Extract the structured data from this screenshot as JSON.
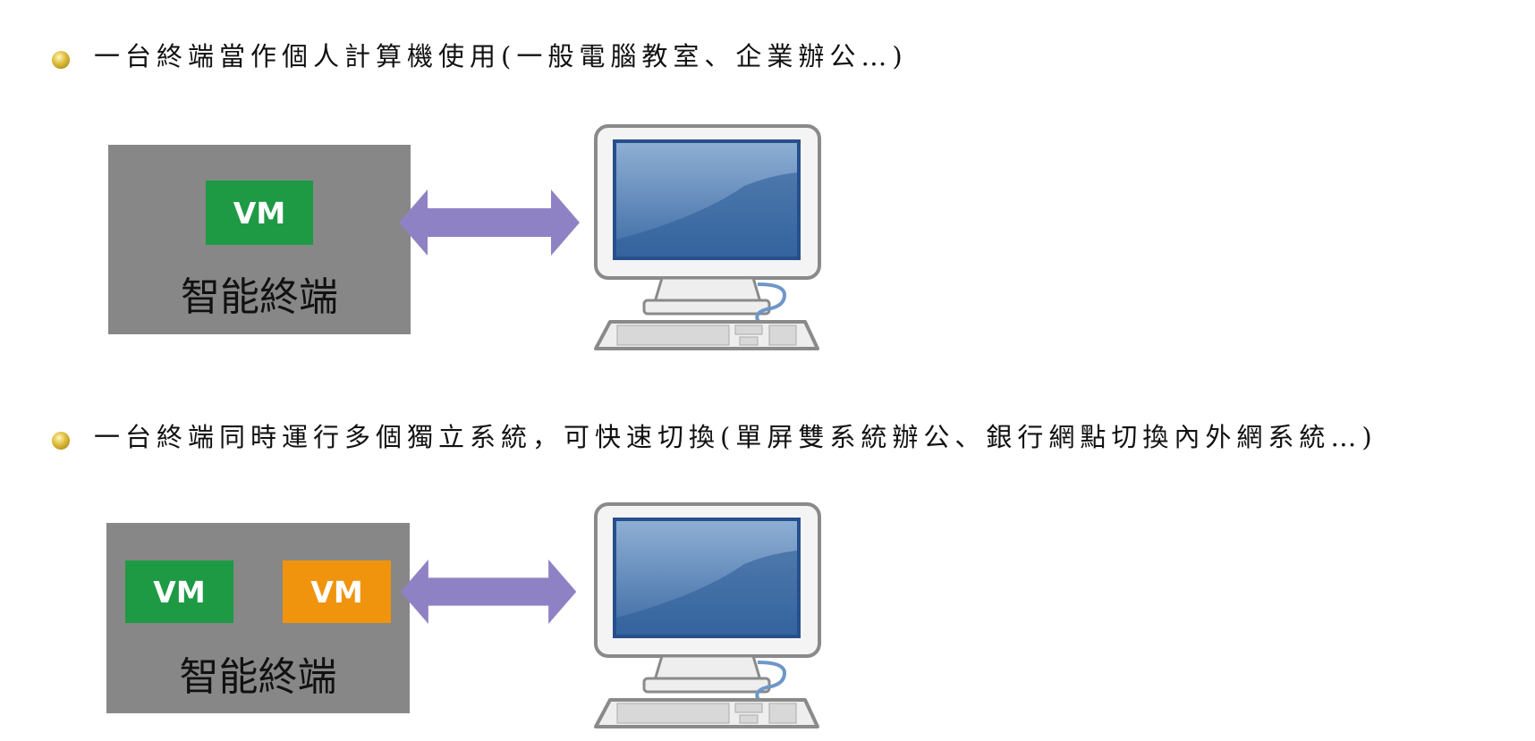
{
  "sections": [
    {
      "text": "一台終端當作個人計算機使用(一般電腦教室、企業辦公…)",
      "terminal_label": "智能終端",
      "vms": [
        {
          "label": "VM",
          "color": "#1e9a45"
        }
      ]
    },
    {
      "text": "一台終端同時運行多個獨立系統，可快速切換(單屏雙系統辦公、銀行網點切換內外網系統…)",
      "terminal_label": "智能終端",
      "vms": [
        {
          "label": "VM",
          "color": "#1e9a45"
        },
        {
          "label": "VM",
          "color": "#f0940e"
        }
      ]
    }
  ],
  "colors": {
    "arrow": "#8f82c4",
    "terminal_box": "#878787"
  }
}
